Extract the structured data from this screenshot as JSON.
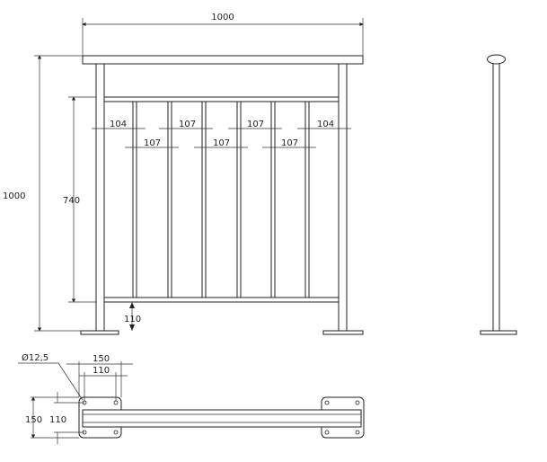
{
  "front_view": {
    "overall_width": "1000",
    "overall_height": "1000",
    "infill_height": "740",
    "bottom_clearance": "110",
    "spacings_row1": [
      "104",
      "107",
      "107",
      "104"
    ],
    "spacings_row2": [
      "107",
      "107",
      "107"
    ]
  },
  "plan_view": {
    "hole_diameter": "Ø12,5",
    "plate_width": "150",
    "hole_spacing_x": "110",
    "plate_depth": "150",
    "hole_spacing_y": "110"
  }
}
